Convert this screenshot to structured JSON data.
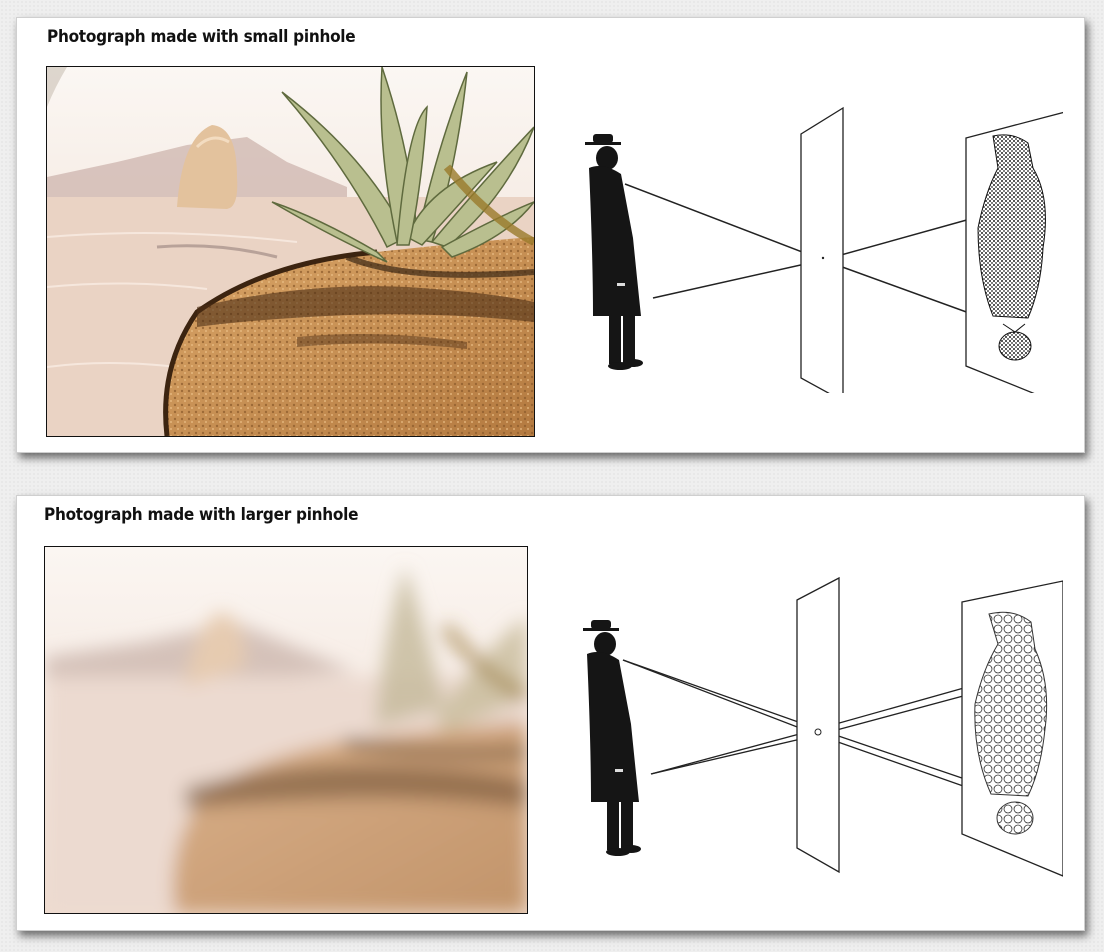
{
  "panels": [
    {
      "title": "Photograph made with small pinhole",
      "photo_subject": "sharp desert scene with agave plant, rock and sand",
      "diagram_subject": "man projected through small pinhole onto screen, image inverted and sharp"
    },
    {
      "title": "Photograph made with larger pinhole",
      "photo_subject": "blurred desert scene with agave plant, rock and sand",
      "diagram_subject": "man projected through larger pinhole onto screen, image inverted and blurry"
    }
  ],
  "colors": {
    "page_background": "#efefef",
    "panel_background": "#ffffff",
    "ink": "#111111",
    "sand": "#c9955c",
    "sky": "#f6ede6"
  }
}
